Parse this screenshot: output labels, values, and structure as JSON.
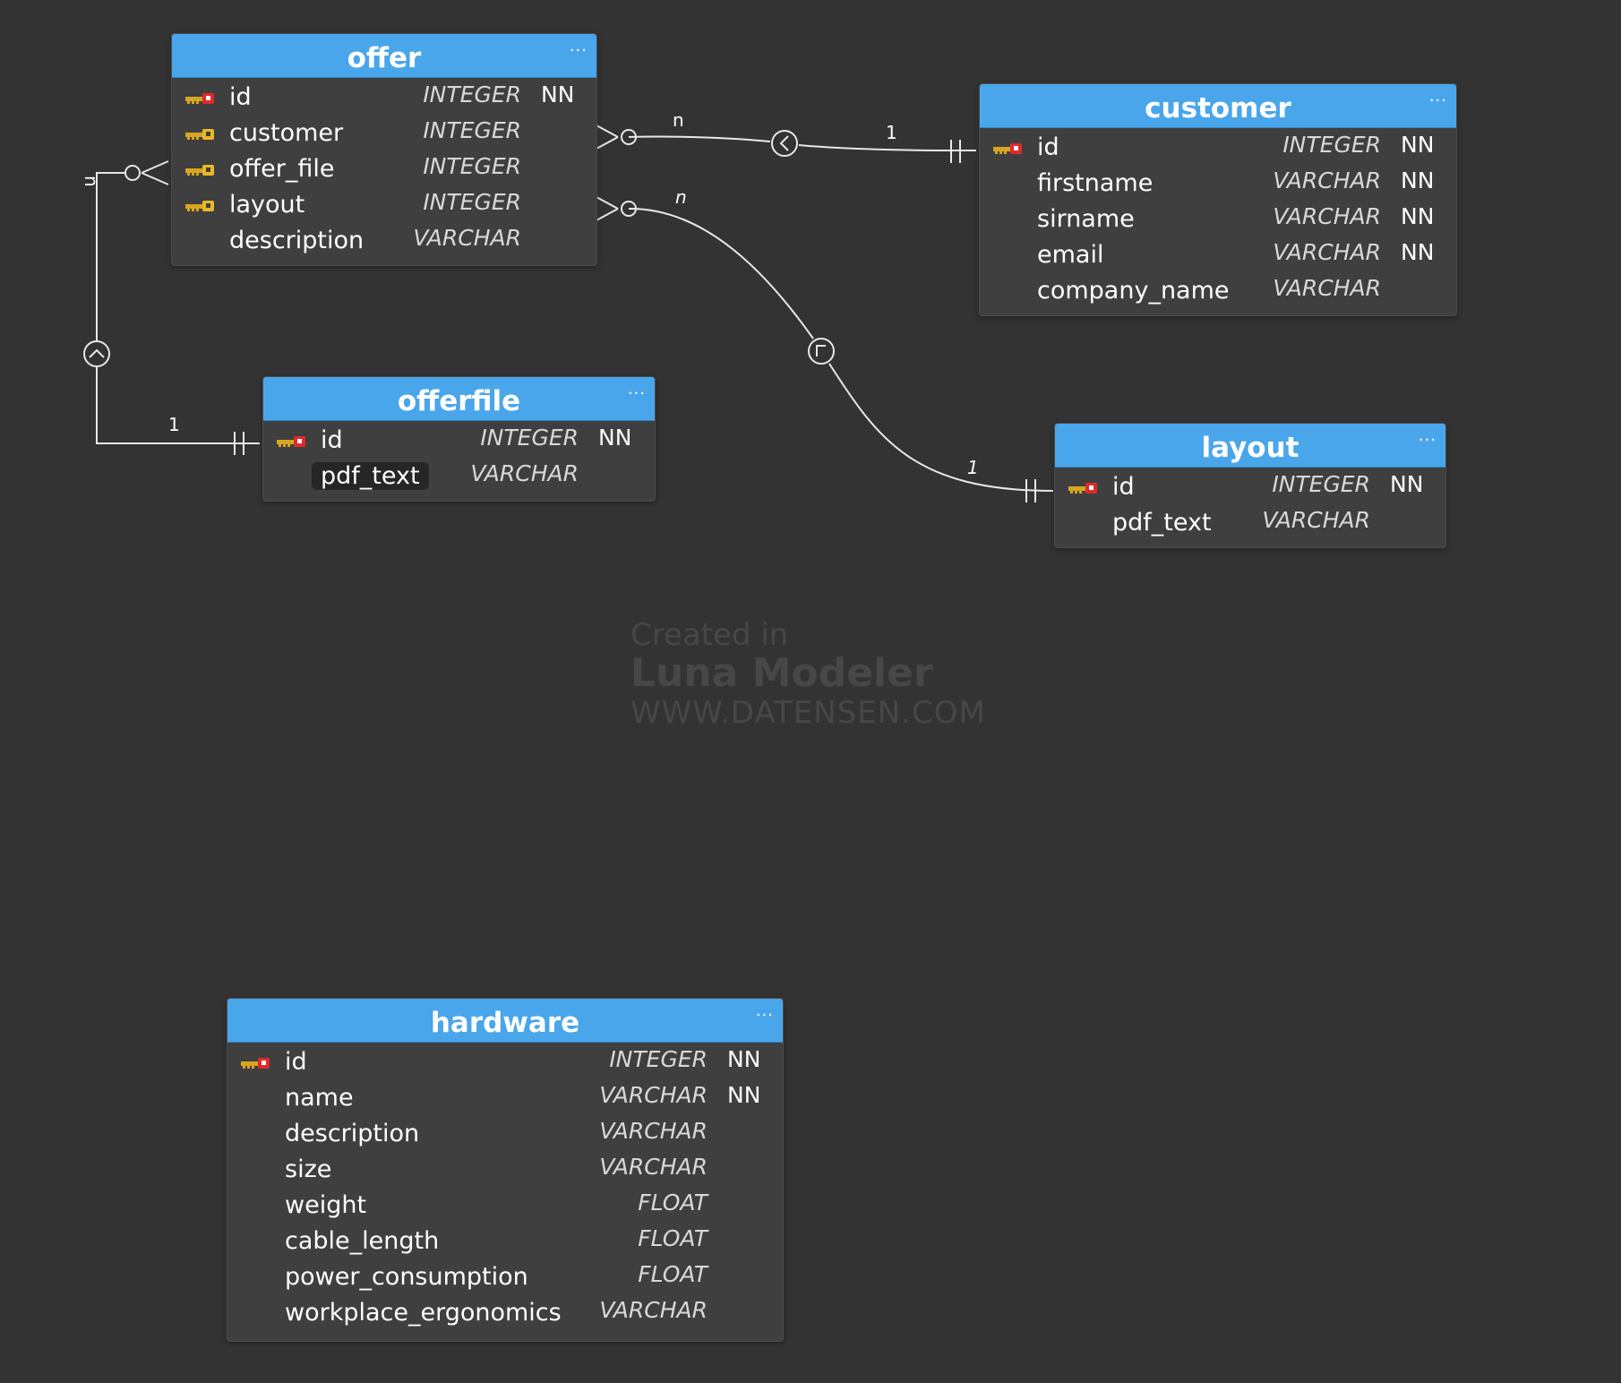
{
  "entities": {
    "offer": {
      "title": "offer",
      "menu": "···",
      "columns": [
        {
          "name": "id",
          "type": "INTEGER",
          "nn": "NN",
          "key": "pk"
        },
        {
          "name": "customer",
          "type": "INTEGER",
          "nn": "",
          "key": "fk"
        },
        {
          "name": "offer_file",
          "type": "INTEGER",
          "nn": "",
          "key": "fk"
        },
        {
          "name": "layout",
          "type": "INTEGER",
          "nn": "",
          "key": "fk"
        },
        {
          "name": "description",
          "type": "VARCHAR",
          "nn": "",
          "key": ""
        }
      ]
    },
    "customer": {
      "title": "customer",
      "menu": "···",
      "columns": [
        {
          "name": "id",
          "type": "INTEGER",
          "nn": "NN",
          "key": "pk"
        },
        {
          "name": "firstname",
          "type": "VARCHAR",
          "nn": "NN",
          "key": ""
        },
        {
          "name": "sirname",
          "type": "VARCHAR",
          "nn": "NN",
          "key": ""
        },
        {
          "name": "email",
          "type": "VARCHAR",
          "nn": "NN",
          "key": ""
        },
        {
          "name": "company_name",
          "type": "VARCHAR",
          "nn": "",
          "key": ""
        }
      ]
    },
    "offerfile": {
      "title": "offerfile",
      "menu": "···",
      "columns": [
        {
          "name": "id",
          "type": "INTEGER",
          "nn": "NN",
          "key": "pk"
        },
        {
          "name": "pdf_text",
          "type": "VARCHAR",
          "nn": "",
          "key": "",
          "highlight": true
        }
      ]
    },
    "layout": {
      "title": "layout",
      "menu": "···",
      "columns": [
        {
          "name": "id",
          "type": "INTEGER",
          "nn": "NN",
          "key": "pk"
        },
        {
          "name": "pdf_text",
          "type": "VARCHAR",
          "nn": "",
          "key": ""
        }
      ]
    },
    "hardware": {
      "title": "hardware",
      "menu": "···",
      "columns": [
        {
          "name": "id",
          "type": "INTEGER",
          "nn": "NN",
          "key": "pk"
        },
        {
          "name": "name",
          "type": "VARCHAR",
          "nn": "NN",
          "key": ""
        },
        {
          "name": "description",
          "type": "VARCHAR",
          "nn": "",
          "key": ""
        },
        {
          "name": "size",
          "type": "VARCHAR",
          "nn": "",
          "key": ""
        },
        {
          "name": "weight",
          "type": "FLOAT",
          "nn": "",
          "key": ""
        },
        {
          "name": "cable_length",
          "type": "FLOAT",
          "nn": "",
          "key": ""
        },
        {
          "name": "power_consumption",
          "type": "FLOAT",
          "nn": "",
          "key": ""
        },
        {
          "name": "workplace_ergonomics",
          "type": "VARCHAR",
          "nn": "",
          "key": ""
        }
      ]
    }
  },
  "relationships": [
    {
      "from": "offer.customer",
      "to": "customer.id",
      "from_card": "n",
      "to_card": "1"
    },
    {
      "from": "offer.layout",
      "to": "layout.id",
      "from_card": "n",
      "to_card": "1"
    },
    {
      "from": "offer.offer_file",
      "to": "offerfile.id",
      "from_card": "n",
      "to_card": "1"
    }
  ],
  "watermark": {
    "line1": "Created in",
    "line2": "Luna Modeler",
    "line3": "WWW.DATENSEN.COM"
  },
  "colors": {
    "background": "#333333",
    "header": "#4aa6ea",
    "body": "#3f3f3f",
    "link": "#e8e8e8"
  },
  "icons": {
    "pk": "primary-key-icon",
    "fk": "foreign-key-icon"
  }
}
